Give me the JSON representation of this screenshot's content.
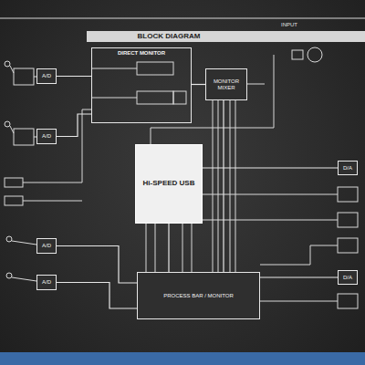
{
  "diagram": {
    "title": "BLOCK DIAGRAM",
    "nodes": [
      {
        "text": [
          "DIRECT MONITOR"
        ]
      },
      {
        "text": [
          "A/D"
        ]
      },
      {
        "text": [
          "MONITOR MIXER"
        ]
      },
      {
        "text": [
          "A/D"
        ]
      },
      {
        "text": [
          "Hi-SPEED USB"
        ]
      },
      {
        "text": [
          "D/A"
        ]
      },
      {
        "text": [
          "A/D"
        ]
      },
      {
        "text": [
          "A/D"
        ]
      },
      {
        "text": [
          "PROCESS BAR / MONITOR"
        ]
      },
      {
        "text": [
          "D/A"
        ]
      }
    ],
    "edges": [
      {
        "from": 1,
        "to": 0,
        "arrow": "none"
      },
      {
        "from": 3,
        "to": 0,
        "arrow": "none"
      },
      {
        "from": 0,
        "to": 2,
        "arrow": "none"
      },
      {
        "from": 4,
        "to": 5,
        "arrow": "none"
      },
      {
        "from": 4,
        "to": 8,
        "arrow": "none"
      },
      {
        "from": 2,
        "to": 8,
        "arrow": "none"
      },
      {
        "from": 6,
        "to": 8,
        "arrow": "none"
      },
      {
        "from": 7,
        "to": 8,
        "arrow": "none"
      },
      {
        "from": 8,
        "to": 9,
        "arrow": "none"
      }
    ],
    "labels": [
      "INPUT"
    ]
  }
}
